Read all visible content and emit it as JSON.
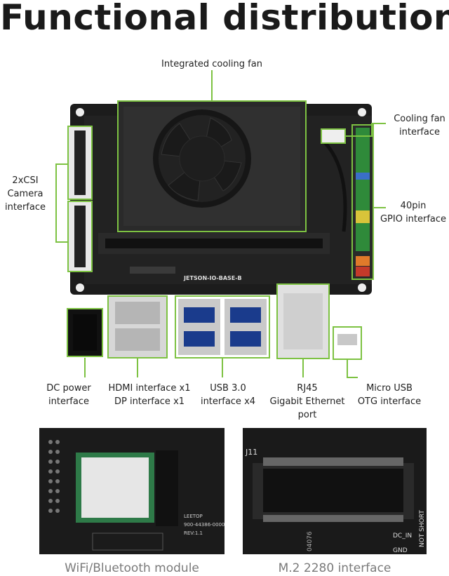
{
  "title": "Functional distribution",
  "board_silkscreen": "JETSON-IO-BASE-B",
  "labels": {
    "cooling_fan": "Integrated cooling fan",
    "fan_interface": [
      "Cooling fan",
      "interface"
    ],
    "csi": [
      "2xCSI",
      "Camera",
      "interface"
    ],
    "gpio": [
      "40pin",
      "GPIO interface"
    ],
    "dc_power": [
      "DC power",
      "interface"
    ],
    "hdmi": [
      "HDMI interface x1",
      "DP interface x1"
    ],
    "usb3": [
      "USB 3.0",
      "interface x4"
    ],
    "rj45": [
      "RJ45",
      "Gigabit Ethernet",
      "port"
    ],
    "micro_usb": [
      "Micro USB",
      "OTG interface"
    ]
  },
  "photo_captions": {
    "wifi": "WiFi/Bluetooth module",
    "m2": "M.2 2280 interface"
  },
  "photo_text": {
    "leetop": [
      "LEETOP",
      "900-44386-0000",
      "REV:1.1"
    ],
    "j11": "J11",
    "dc_in": "DC_IN",
    "gnd": "GND",
    "not_short": "NOT SHORT",
    "code": "04076"
  },
  "colors": {
    "callout_green": "#7dc242",
    "pcb": "#1c1c1c"
  }
}
